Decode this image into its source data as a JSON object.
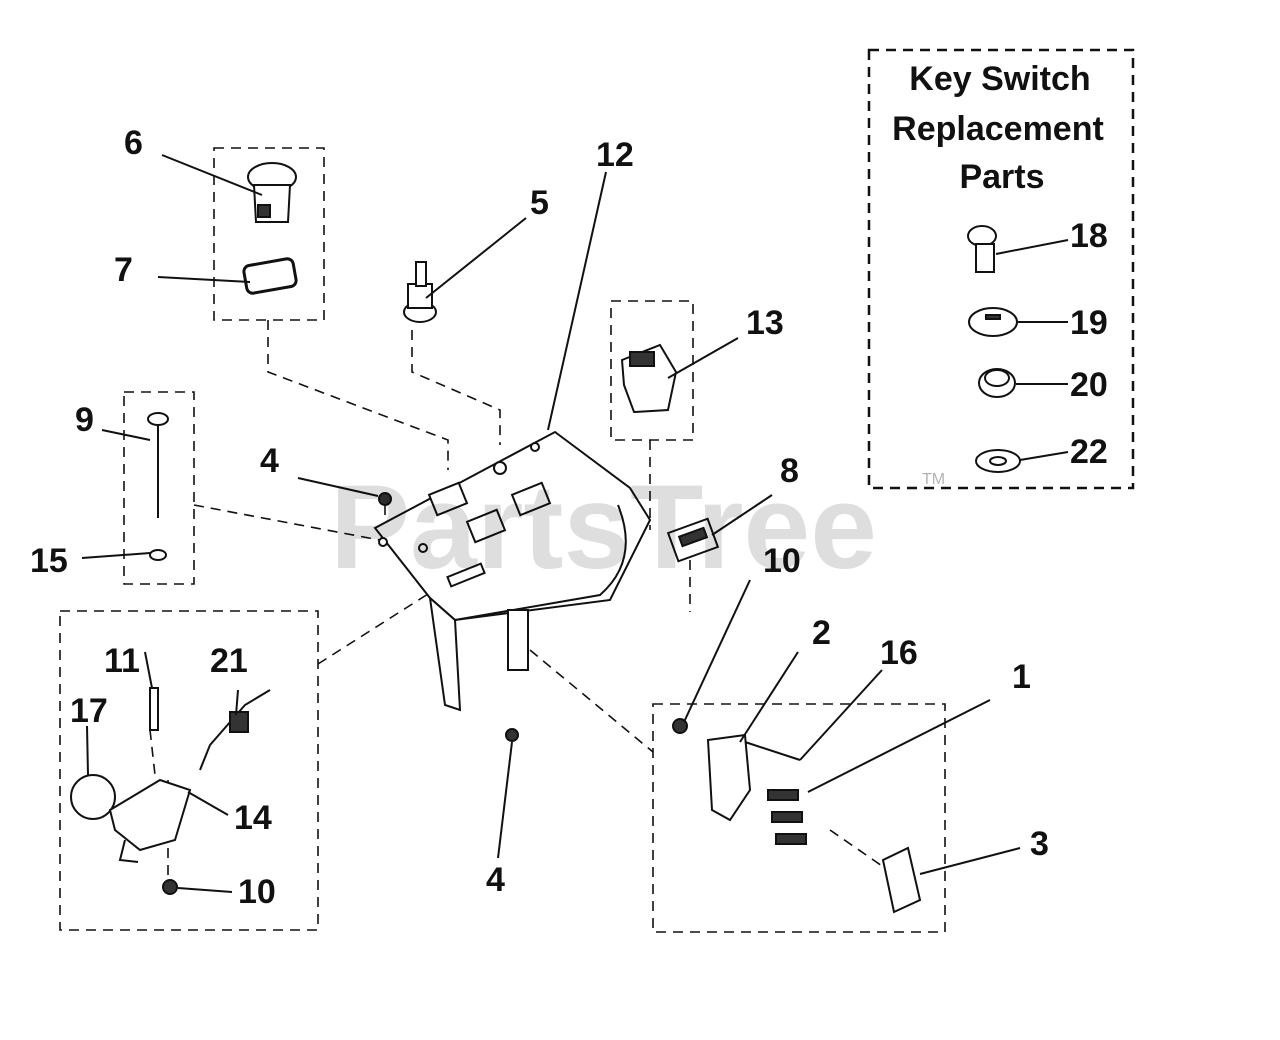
{
  "watermark": {
    "text": "PartsTree",
    "tm": "TM"
  },
  "key_switch_box": {
    "title_lines": [
      "Key Switch",
      "Replacement",
      "Parts"
    ]
  },
  "callouts": {
    "c1": "1",
    "c2": "2",
    "c3": "3",
    "c4a": "4",
    "c4b": "4",
    "c5": "5",
    "c6": "6",
    "c7": "7",
    "c8": "8",
    "c9": "9",
    "c10a": "10",
    "c10b": "10",
    "c11": "11",
    "c12": "12",
    "c13": "13",
    "c14": "14",
    "c15": "15",
    "c16": "16",
    "c17": "17",
    "c18": "18",
    "c19": "19",
    "c20": "20",
    "c21": "21",
    "c22": "22"
  }
}
